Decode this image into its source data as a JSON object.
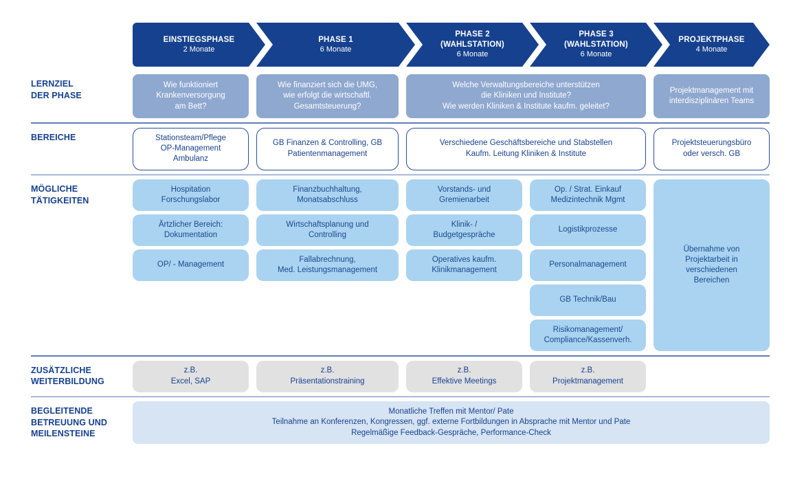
{
  "header": {
    "phases": [
      {
        "title": "EINSTIEGSPHASE",
        "subtitle": "",
        "duration": "2 Monate"
      },
      {
        "title": "PHASE 1",
        "subtitle": "",
        "duration": "6 Monate"
      },
      {
        "title": "PHASE 2",
        "subtitle": "(WAHLSTATION)",
        "duration": "6 Monate"
      },
      {
        "title": "PHASE 3",
        "subtitle": "(WAHLSTATION)",
        "duration": "6 Monate"
      },
      {
        "title": "PROJEKTPHASE",
        "subtitle": "",
        "duration": "4 Monate"
      }
    ]
  },
  "rows": {
    "lernziel": {
      "label": "LERNZIEL\nDER PHASE",
      "cells": {
        "c1": "Wie funktioniert\nKrankenversorgung\nam Bett?",
        "c2": "Wie finanziert sich die UMG,\nwie erfolgt die wirtschaftl.\nGesamtsteuerung?",
        "c3": "Welche Verwaltungsbereiche unterstützen\ndie Kliniken und Institute?\nWie werden Kliniken & Institute kaufm. geleitet?",
        "c5": "Projektmanagement mit\ninterdisziplinären Teams"
      }
    },
    "bereiche": {
      "label": "BEREICHE",
      "cells": {
        "c1": "Stationsteam/Pflege\nOP-Management\nAmbulanz",
        "c2": "GB Finanzen & Controlling, GB\nPatientenmanagement",
        "c3": "Verschiedene Geschäftsbereiche und Stabstellen\nKaufm. Leitung Kliniken & Institute",
        "c5": "Projektsteuerungsbüro\noder versch. GB"
      }
    },
    "taetigkeiten": {
      "label": "MÖGLICHE\nTÄTIGKEITEN",
      "col1": [
        "Hospitation\nForschungslabor",
        "Ärtzlicher Bereich:\nDokumentation",
        "OP/ - Management"
      ],
      "col2": [
        "Finanzbuchhaltung,\nMonatsabschluss",
        "Wirtschaftsplanung und\nControlling",
        "Fallabrechnung,\nMed. Leistungsmanagement"
      ],
      "col3": [
        "Vorstands- und\nGremienarbeit",
        "Klinik- /\nBudgetgespräche",
        "Operatives kaufm.\nKlinikmanagement"
      ],
      "col4": [
        "Op. / Strat. Einkauf\nMedizintechnik Mgmt",
        "Logistikprozesse",
        "Personalmanagement",
        "GB Technik/Bau",
        "Risikomanagement/\nCompliance/Kassenverh."
      ],
      "col5": "Übernahme von\nProjektarbeit in\nverschiedenen\nBereichen"
    },
    "weiterbildung": {
      "label": "ZUSÄTZLICHE\nWEITERBILDUNG",
      "cells": {
        "c1": "z.B.\nExcel, SAP",
        "c2": "z.B.\nPräsentationstraining",
        "c3": "z.B.\nEffektive Meetings",
        "c4": "z.B.\nProjektmanagement"
      }
    },
    "betreuung": {
      "label": "BEGLEITENDE\nBETREUUNG UND\nMEILENSTEINE",
      "text": "Monatliche Treffen mit Mentor/ Pate\nTeilnahme an Konferenzen, Kongressen, ggf. externe Fortbildungen in Absprache mit Mentor und Pate\nRegelmäßige Feedback-Gespräche, Performance-Check"
    }
  },
  "colors": {
    "arrow_navy": "#16418E",
    "mid_blue": "#8FA8CF",
    "light_blue": "#A9D3F0",
    "pale_blue": "#D6E4F3",
    "gray": "#E1E1E2",
    "text_navy": "#17428E",
    "separator_blue": "#5F7EB5",
    "white": "#FFFFFF"
  }
}
